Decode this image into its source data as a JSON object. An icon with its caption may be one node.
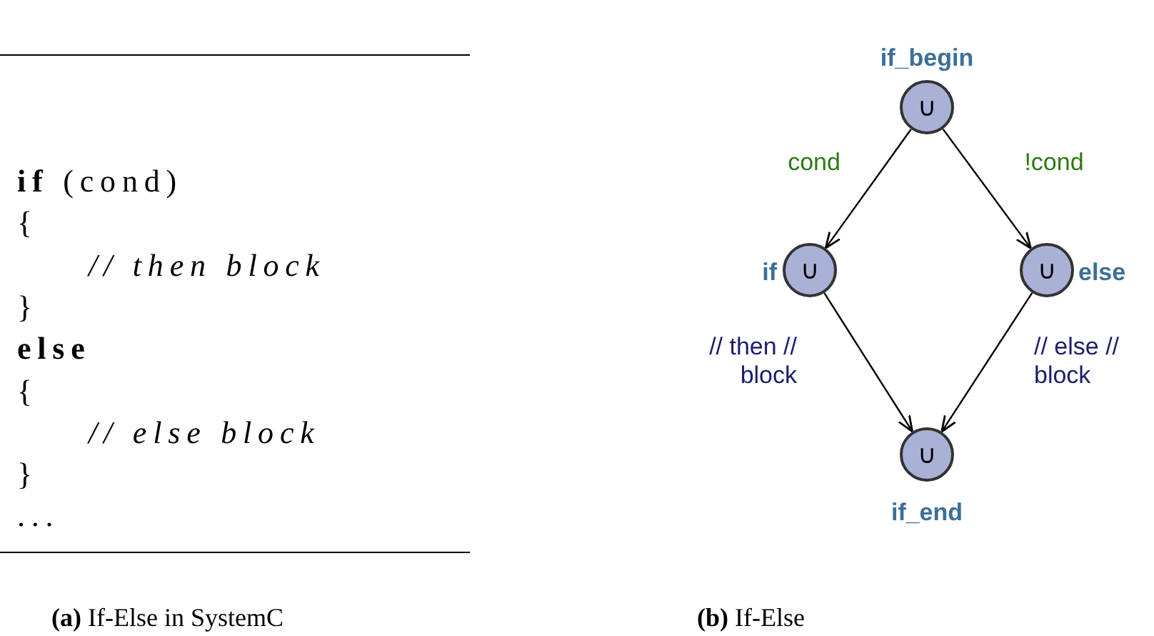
{
  "diagram": {
    "nodes": [
      {
        "text": [
          "∪"
        ],
        "beside": [
          "if_begin"
        ]
      },
      {
        "text": [
          "∪"
        ],
        "beside": [
          "if"
        ]
      },
      {
        "text": [
          "∪"
        ],
        "beside": [
          "else"
        ]
      },
      {
        "text": [
          "∪"
        ],
        "beside": [
          "if_end"
        ]
      }
    ],
    "edges": [
      {
        "from": 0,
        "to": 1,
        "arrow": "to",
        "label": "cond"
      },
      {
        "from": 0,
        "to": 2,
        "arrow": "to",
        "label": "!cond"
      },
      {
        "from": 1,
        "to": 3,
        "arrow": "to",
        "label": "// then // block"
      },
      {
        "from": 2,
        "to": 3,
        "arrow": "to",
        "label": "// else // block"
      }
    ],
    "labels": [
      "**if** (cond)",
      "{",
      "// then block",
      "}",
      "else",
      "{",
      "// else block",
      "}",
      "...",
      "**(a)** If-Else in SystemC",
      "**(b)** If-Else"
    ]
  }
}
